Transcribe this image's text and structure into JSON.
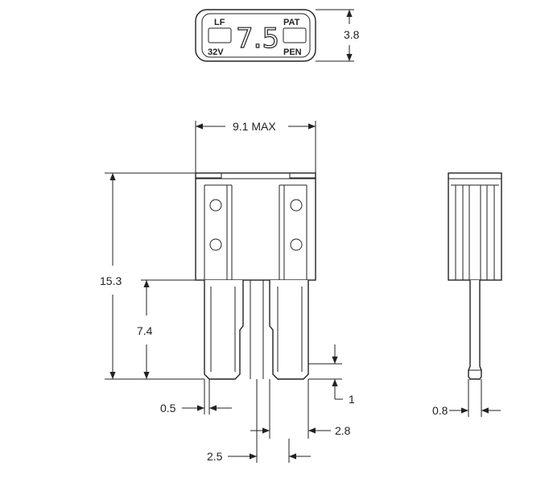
{
  "top_view": {
    "label_lf": "LF",
    "label_voltage": "32V",
    "label_rating": "7.5",
    "label_pat": "PAT",
    "label_pen": "PEN",
    "height_dim": "3.8"
  },
  "front_view": {
    "width_dim": "9.1 MAX",
    "total_height_dim": "15.3",
    "blade_height_dim": "7.4",
    "tip_dim": "1",
    "tip_width_dim": "0.5",
    "blade_width_dim": "2.8",
    "gap_dim": "2.5"
  },
  "side_view": {
    "thickness_dim": "0.8"
  }
}
